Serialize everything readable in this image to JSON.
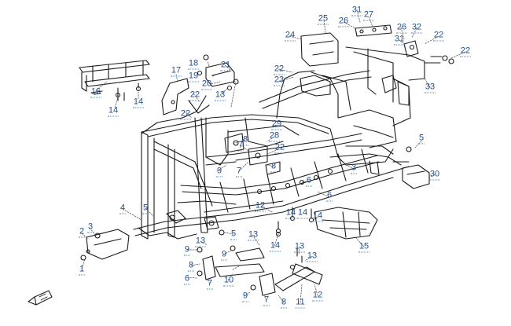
{
  "colors": {
    "line": "#1a1a1a",
    "callout_text": "#1f4f8f",
    "leader": "#4a4a4a",
    "background": "#ffffff"
  },
  "icons": {
    "front_arrow": "fwd-arrow-icon"
  },
  "callouts": [
    "1",
    "2",
    "3",
    "4",
    "5",
    "5",
    "5",
    "6",
    "6",
    "6",
    "7",
    "7",
    "7",
    "7",
    "8",
    "8",
    "8",
    "8",
    "9",
    "9",
    "9",
    "9",
    "10",
    "11",
    "12",
    "12",
    "13",
    "13",
    "13",
    "13",
    "13",
    "14",
    "14",
    "14",
    "14",
    "14",
    "14",
    "15",
    "16",
    "17",
    "18",
    "19",
    "20",
    "21",
    "22",
    "22",
    "22",
    "22",
    "22",
    "22",
    "23",
    "24",
    "25",
    "26",
    "26",
    "27",
    "28",
    "29",
    "30",
    "31",
    "31",
    "32",
    "33",
    "3"
  ]
}
